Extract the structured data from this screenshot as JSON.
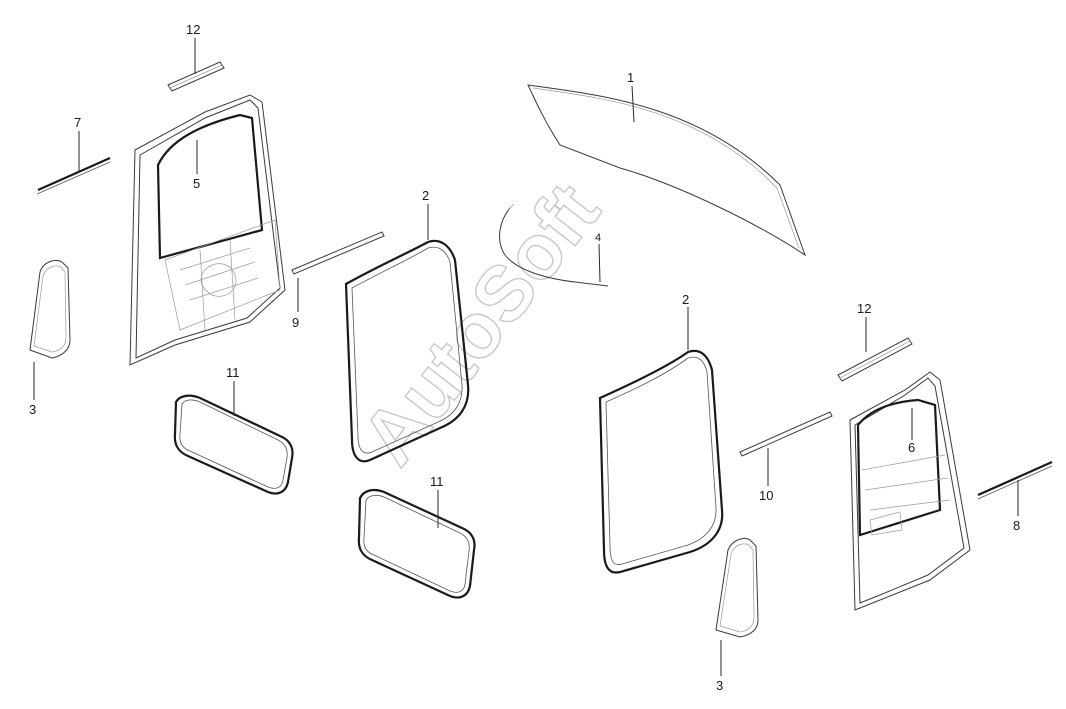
{
  "watermark": "AutoSoft",
  "callouts": {
    "c1": "1",
    "c2a": "2",
    "c2b": "2",
    "c3a": "3",
    "c3b": "3",
    "c4": "4",
    "c5": "5",
    "c6": "6",
    "c7": "7",
    "c8": "8",
    "c9": "9",
    "c10": "10",
    "c11a": "11",
    "c11b": "11",
    "c12a": "12",
    "c12b": "12"
  }
}
